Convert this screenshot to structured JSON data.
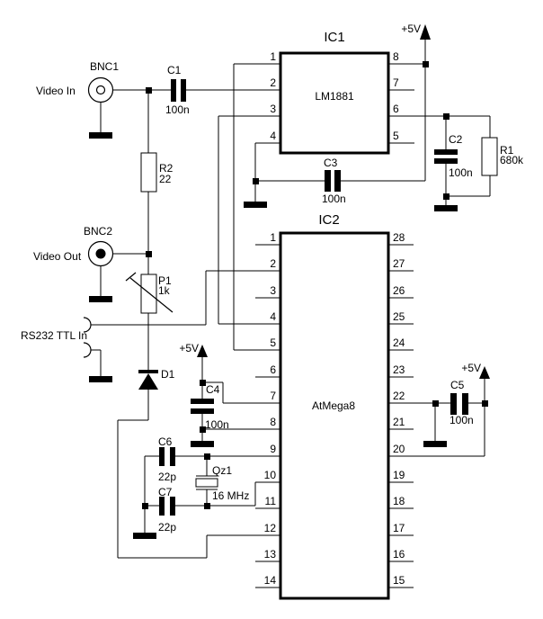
{
  "power_rail": "+5V",
  "connectors": {
    "bnc1": {
      "ref": "BNC1",
      "label": "Video In"
    },
    "bnc2": {
      "ref": "BNC2",
      "label": "Video Out"
    },
    "rs232": {
      "label": "RS232 TTL In"
    }
  },
  "ics": {
    "ic1": {
      "ref": "IC1",
      "part": "LM1881",
      "pins_left": [
        "1",
        "2",
        "3",
        "4"
      ],
      "pins_right": [
        "8",
        "7",
        "6",
        "5"
      ]
    },
    "ic2": {
      "ref": "IC2",
      "part": "AtMega8",
      "pins_left": [
        "1",
        "2",
        "3",
        "4",
        "5",
        "6",
        "7",
        "8",
        "9",
        "10",
        "11",
        "12",
        "13",
        "14"
      ],
      "pins_right": [
        "28",
        "27",
        "26",
        "25",
        "24",
        "23",
        "22",
        "21",
        "20",
        "19",
        "18",
        "17",
        "16",
        "15"
      ]
    }
  },
  "components": {
    "c1": {
      "ref": "C1",
      "value": "100n"
    },
    "c2": {
      "ref": "C2",
      "value": "100n"
    },
    "c3": {
      "ref": "C3",
      "value": "100n"
    },
    "c4": {
      "ref": "C4",
      "value": "100n"
    },
    "c5": {
      "ref": "C5",
      "value": "100n"
    },
    "c6": {
      "ref": "C6",
      "value": "22p"
    },
    "c7": {
      "ref": "C7",
      "value": "22p"
    },
    "r1": {
      "ref": "R1",
      "value": "680k"
    },
    "r2": {
      "ref": "R2",
      "value": "22"
    },
    "p1": {
      "ref": "P1",
      "value": "1k"
    },
    "d1": {
      "ref": "D1"
    },
    "qz1": {
      "ref": "Qz1",
      "value": "16 MHz"
    }
  }
}
